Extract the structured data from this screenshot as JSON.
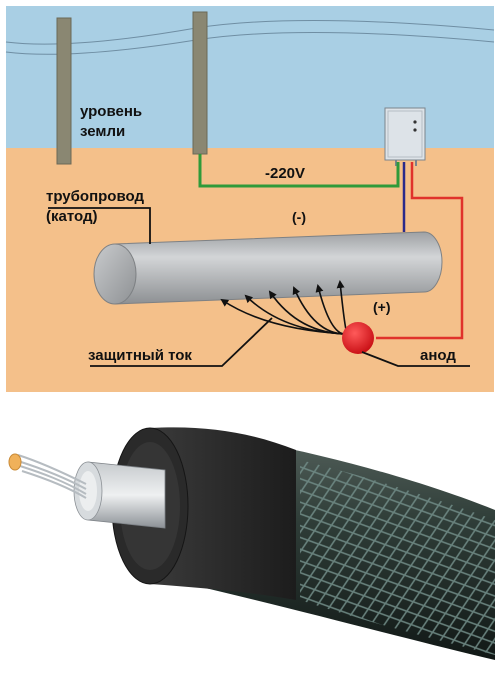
{
  "diagram": {
    "labels": {
      "ground_level_line1": "уровень",
      "ground_level_line2": "земли",
      "voltage": "-220V",
      "pipeline_line1": "трубопровод",
      "pipeline_line2": "(катод)",
      "minus": "(-)",
      "plus": "(+)",
      "protective_current": "защитный ток",
      "anode": "анод"
    },
    "colors": {
      "sky": "#a9cfe4",
      "soil": "#f4c08a",
      "pole": "#8a8772",
      "pipe": "#b9bbbd",
      "ground_wire": "#2f9a3a",
      "cathode_wire": "#2a2a8a",
      "anode_wire": "#e0322b",
      "anode": "#e0141a",
      "cable_jacket": "#2b3a36"
    }
  },
  "cable_illustration": {
    "icon": "coaxial-anode-cable-icon"
  }
}
